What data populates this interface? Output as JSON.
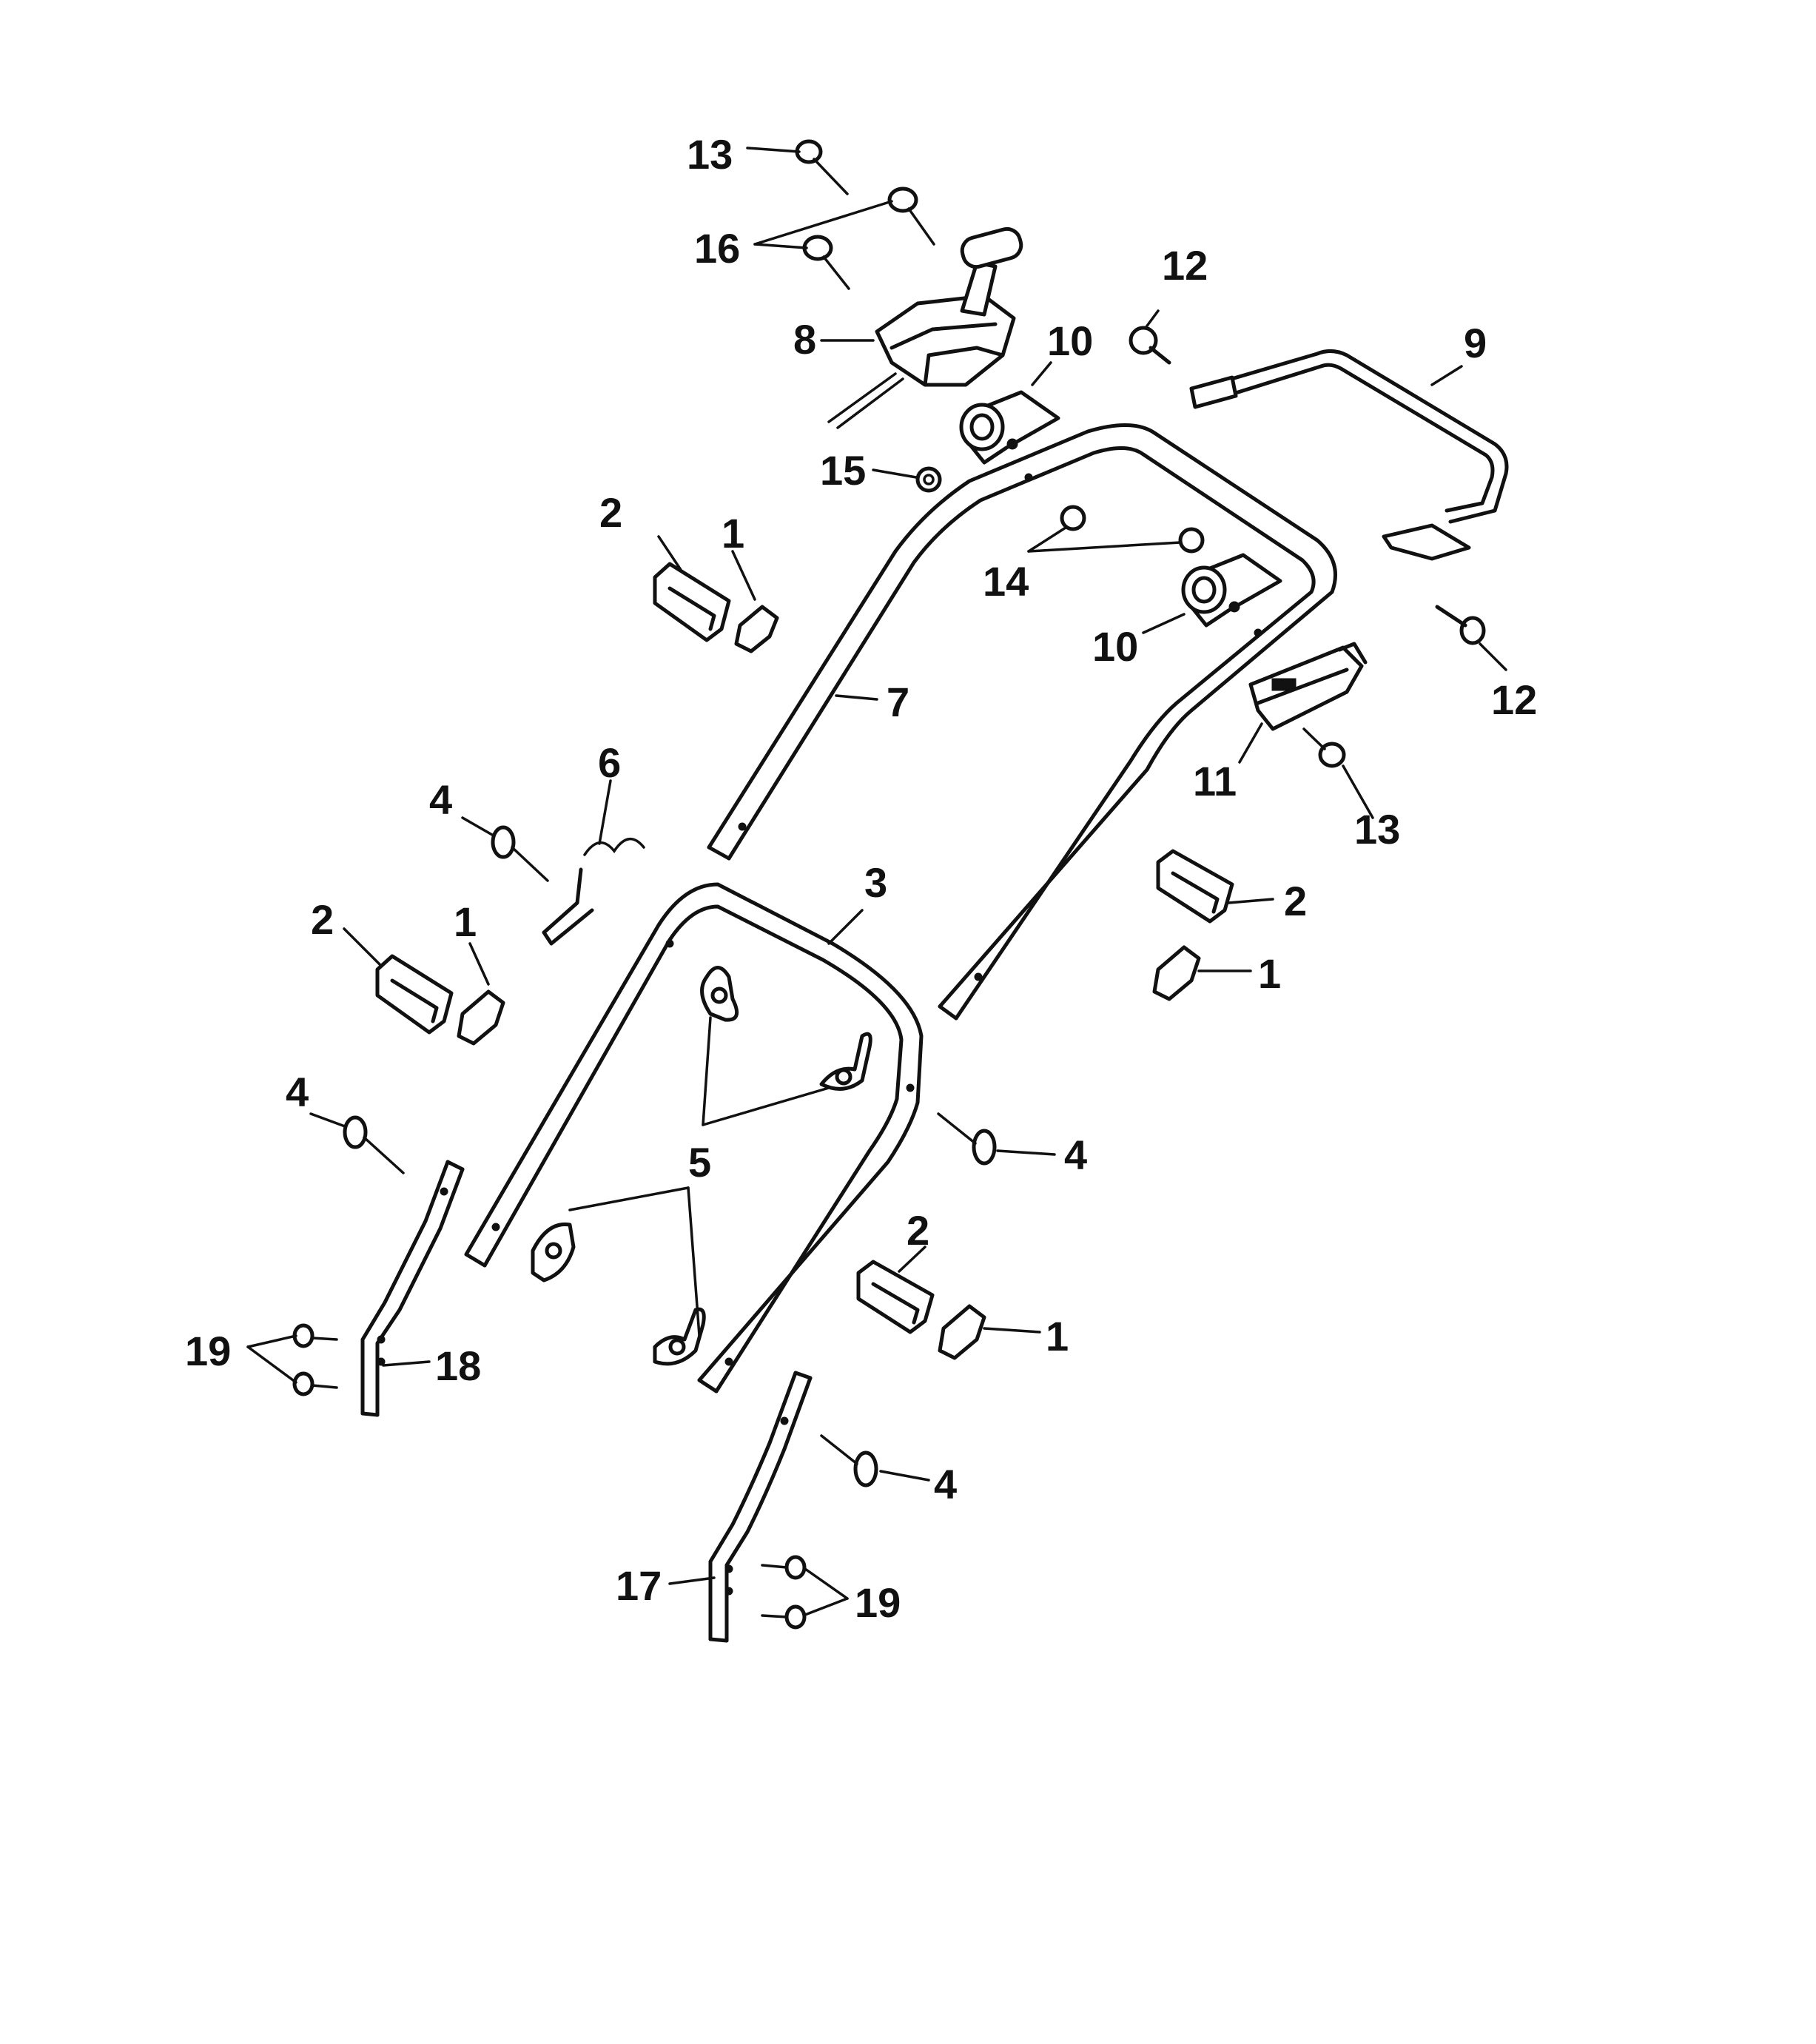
{
  "callouts": [
    {
      "id": "c13a",
      "text": "13"
    },
    {
      "id": "c16",
      "text": "16"
    },
    {
      "id": "c8",
      "text": "8"
    },
    {
      "id": "c10a",
      "text": "10"
    },
    {
      "id": "c12a",
      "text": "12"
    },
    {
      "id": "c9",
      "text": "9"
    },
    {
      "id": "c15",
      "text": "15"
    },
    {
      "id": "c2a",
      "text": "2"
    },
    {
      "id": "c1a",
      "text": "1"
    },
    {
      "id": "c14",
      "text": "14"
    },
    {
      "id": "c10b",
      "text": "10"
    },
    {
      "id": "c12b",
      "text": "12"
    },
    {
      "id": "c7",
      "text": "7"
    },
    {
      "id": "c11",
      "text": "11"
    },
    {
      "id": "c13b",
      "text": "13"
    },
    {
      "id": "c6",
      "text": "6"
    },
    {
      "id": "c4a",
      "text": "4"
    },
    {
      "id": "c3",
      "text": "3"
    },
    {
      "id": "c2b",
      "text": "2"
    },
    {
      "id": "c1b",
      "text": "1"
    },
    {
      "id": "c2c",
      "text": "2"
    },
    {
      "id": "c1c",
      "text": "1"
    },
    {
      "id": "c4b",
      "text": "4"
    },
    {
      "id": "c5",
      "text": "5"
    },
    {
      "id": "c4c",
      "text": "4"
    },
    {
      "id": "c2d",
      "text": "2"
    },
    {
      "id": "c1d",
      "text": "1"
    },
    {
      "id": "c19a",
      "text": "19"
    },
    {
      "id": "c18",
      "text": "18"
    },
    {
      "id": "c4d",
      "text": "4"
    },
    {
      "id": "c17",
      "text": "17"
    },
    {
      "id": "c19b",
      "text": "19"
    }
  ]
}
